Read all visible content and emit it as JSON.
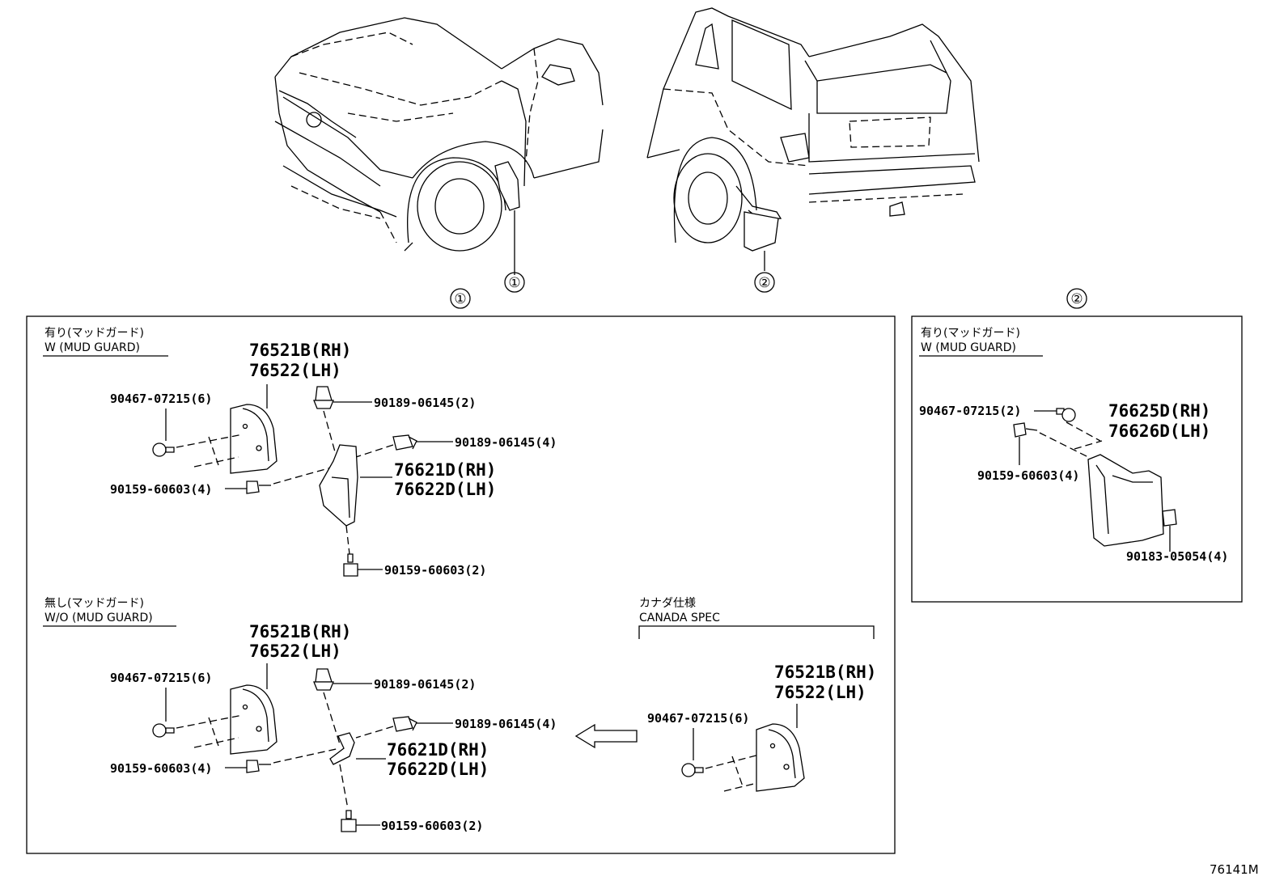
{
  "callouts": {
    "one": "①",
    "two": "②"
  },
  "panel1": {
    "with": {
      "cond_jp": "有り(マッドガード)",
      "cond_en": "W (MUD GUARD)",
      "main_rh": "76521B(RH)",
      "main_lh": "76522(LH)",
      "guard_rh": "76621D(RH)",
      "guard_lh": "76622D(LH)",
      "screw": "90467-07215(6)",
      "bolt": "90159-60603(4)",
      "clip_a": "90189-06145(2)",
      "clip_b": "90189-06145(4)",
      "bolt_b": "90159-60603(2)"
    },
    "without": {
      "cond_jp": "無し(マッドガード)",
      "cond_en": "W/O (MUD GUARD)",
      "main_rh": "76521B(RH)",
      "main_lh": "76522(LH)",
      "guard_rh": "76621D(RH)",
      "guard_lh": "76622D(LH)",
      "screw": "90467-07215(6)",
      "bolt": "90159-60603(4)",
      "clip_a": "90189-06145(2)",
      "clip_b": "90189-06145(4)",
      "bolt_b": "90159-60603(2)"
    },
    "canada": {
      "cond_jp": "カナダ仕様",
      "cond_en": "CANADA SPEC",
      "main_rh": "76521B(RH)",
      "main_lh": "76522(LH)",
      "screw": "90467-07215(6)"
    }
  },
  "panel2": {
    "cond_jp": "有り(マッドガード)",
    "cond_en": "W (MUD GUARD)",
    "screw": "90467-07215(2)",
    "main_rh": "76625D(RH)",
    "main_lh": "76626D(LH)",
    "bolt": "90159-60603(4)",
    "nut": "90183-05054(4)"
  },
  "figure_ref": "76141M"
}
